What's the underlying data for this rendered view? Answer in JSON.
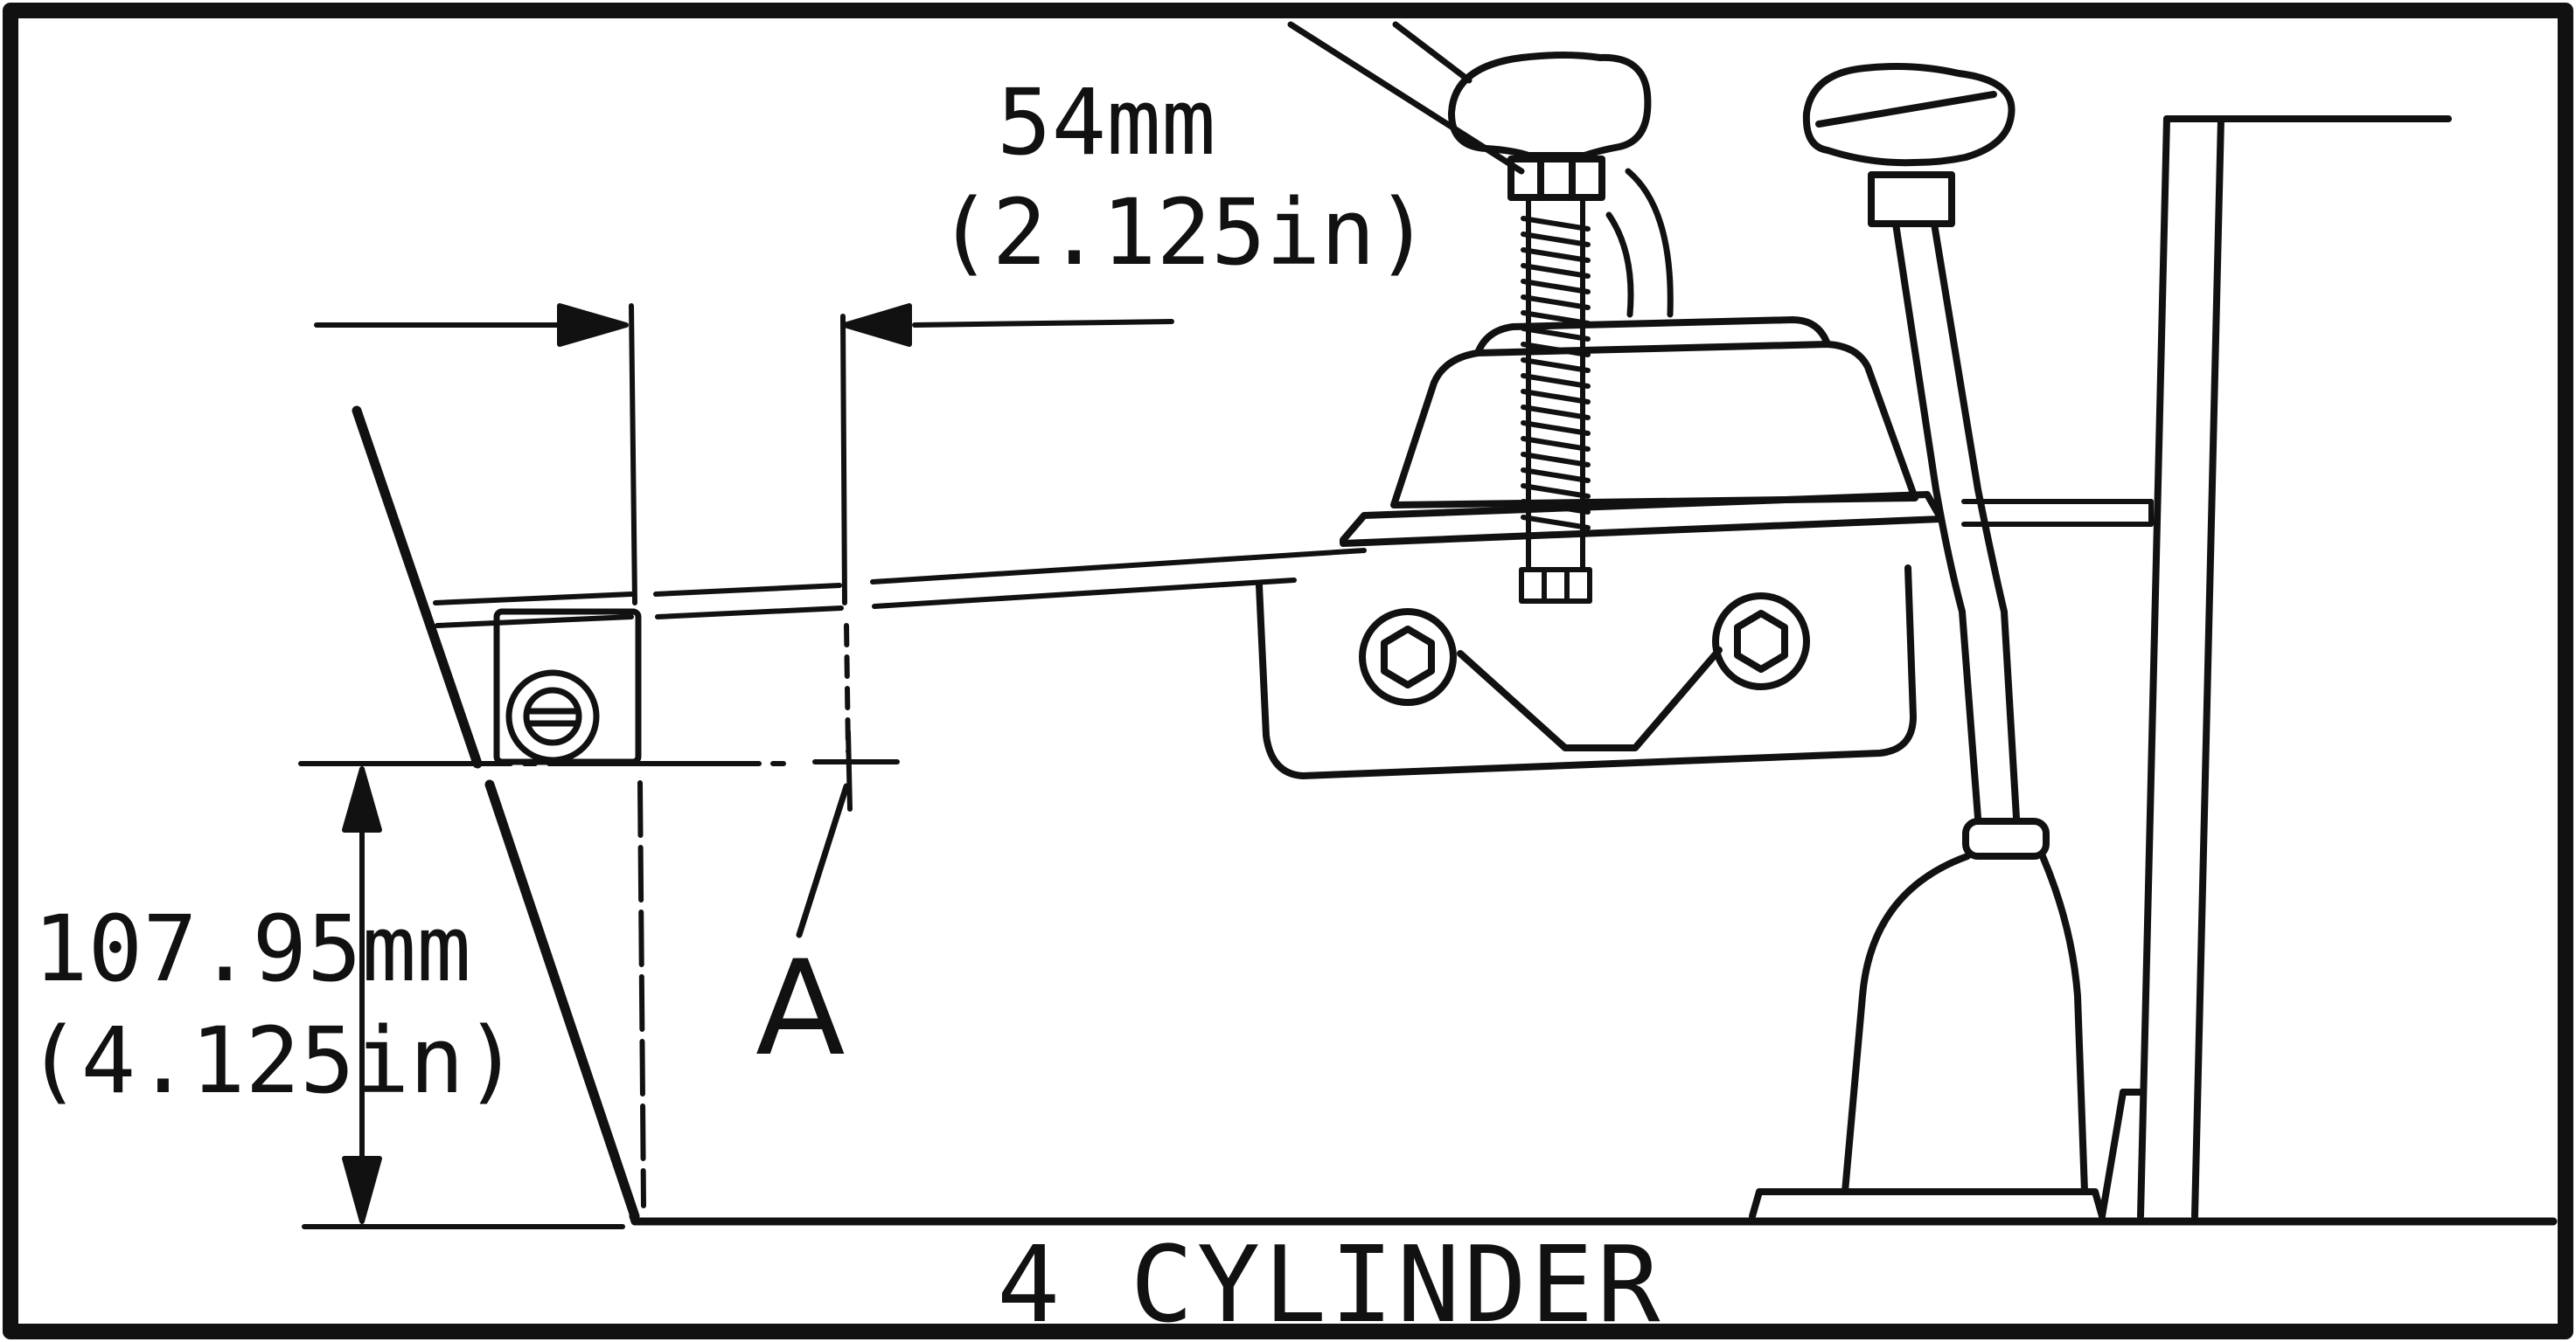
{
  "diagram": {
    "caption": "4 CYLINDER",
    "callout_a": "A",
    "horizontal_dimension": {
      "metric": "54mm",
      "imperial": "(2.125in)"
    },
    "vertical_dimension": {
      "metric": "107.95mm",
      "imperial": "(4.125in)"
    }
  },
  "colors": {
    "ink": "#111111",
    "background": "#ffffff"
  }
}
